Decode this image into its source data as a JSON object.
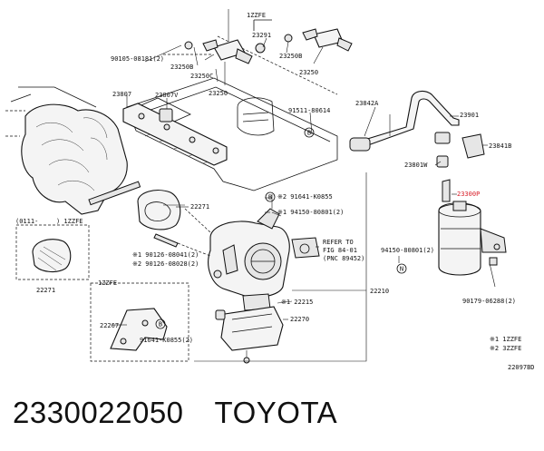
{
  "labels": {
    "l_1zzfe_top": "1ZZFE",
    "l_23291": "23291",
    "l_90105": "90105-08181(2)",
    "l_23250b_a": "23250B",
    "l_23250c": "23250C",
    "l_23250b_b": "23250B",
    "l_23250_a": "23250",
    "l_23250_b": "23250",
    "l_23807": "23807",
    "l_23807v": "23807V",
    "l_91511": "91511-80614",
    "l_23842a": "23842A",
    "l_23901": "23901",
    "l_23841b": "23841B",
    "l_23801w": "23801W",
    "l_23300p": "23300P",
    "l_91641_a": "※2 91641-K0855",
    "l_94150_a": "※1 94150-80801(2)",
    "l_22271_a": "22271",
    "l_0111": "(0111-",
    "l_1zzfe_left": ") 1ZZFE",
    "l_90126_a": "※1 90126-08041(2)",
    "l_90126_b": "※2 90126-08028(2)",
    "l_refer_1": "REFER TO",
    "l_refer_2": "FIG 84-01",
    "l_refer_3": "(PNC 89452)",
    "l_94150_b": "94150-80801(2)",
    "l_22271_b": "22271",
    "l_22215": "※1 22215",
    "l_22210": "22210",
    "l_90179": "90179-06288(2)",
    "l_1zzfe_bottom": "1ZZFE",
    "l_22267": "22267",
    "l_22270": "22270",
    "l_91641_b": "91641-K0855(2)",
    "l_note1": "※1 1ZZFE",
    "l_note2": "※2 3ZZFE",
    "l_ref_code": "22097BD"
  },
  "callouts": {
    "b": "B",
    "n": "N"
  },
  "caption": {
    "part_number": "2330022050",
    "brand": "TOYOTA"
  },
  "colors": {
    "highlight": "#d8202a",
    "ink": "#111111",
    "background": "#ffffff"
  }
}
